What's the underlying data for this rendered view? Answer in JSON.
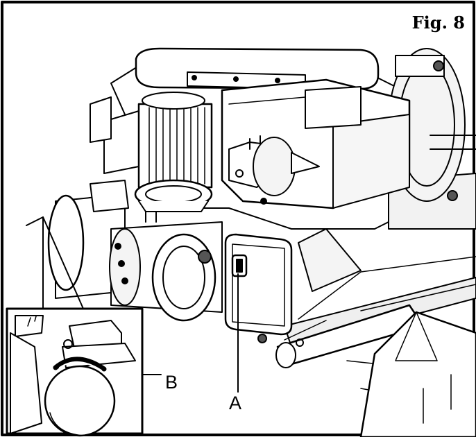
{
  "figure": {
    "title": "Fig. 8",
    "callouts": {
      "a": "A",
      "b": "B"
    }
  },
  "colors": {
    "line": "#000000",
    "background": "#ffffff",
    "shade_light": "#e9e9e9",
    "shade_mid": "#cfcfcf",
    "shade_dark": "#6b6b6b"
  }
}
